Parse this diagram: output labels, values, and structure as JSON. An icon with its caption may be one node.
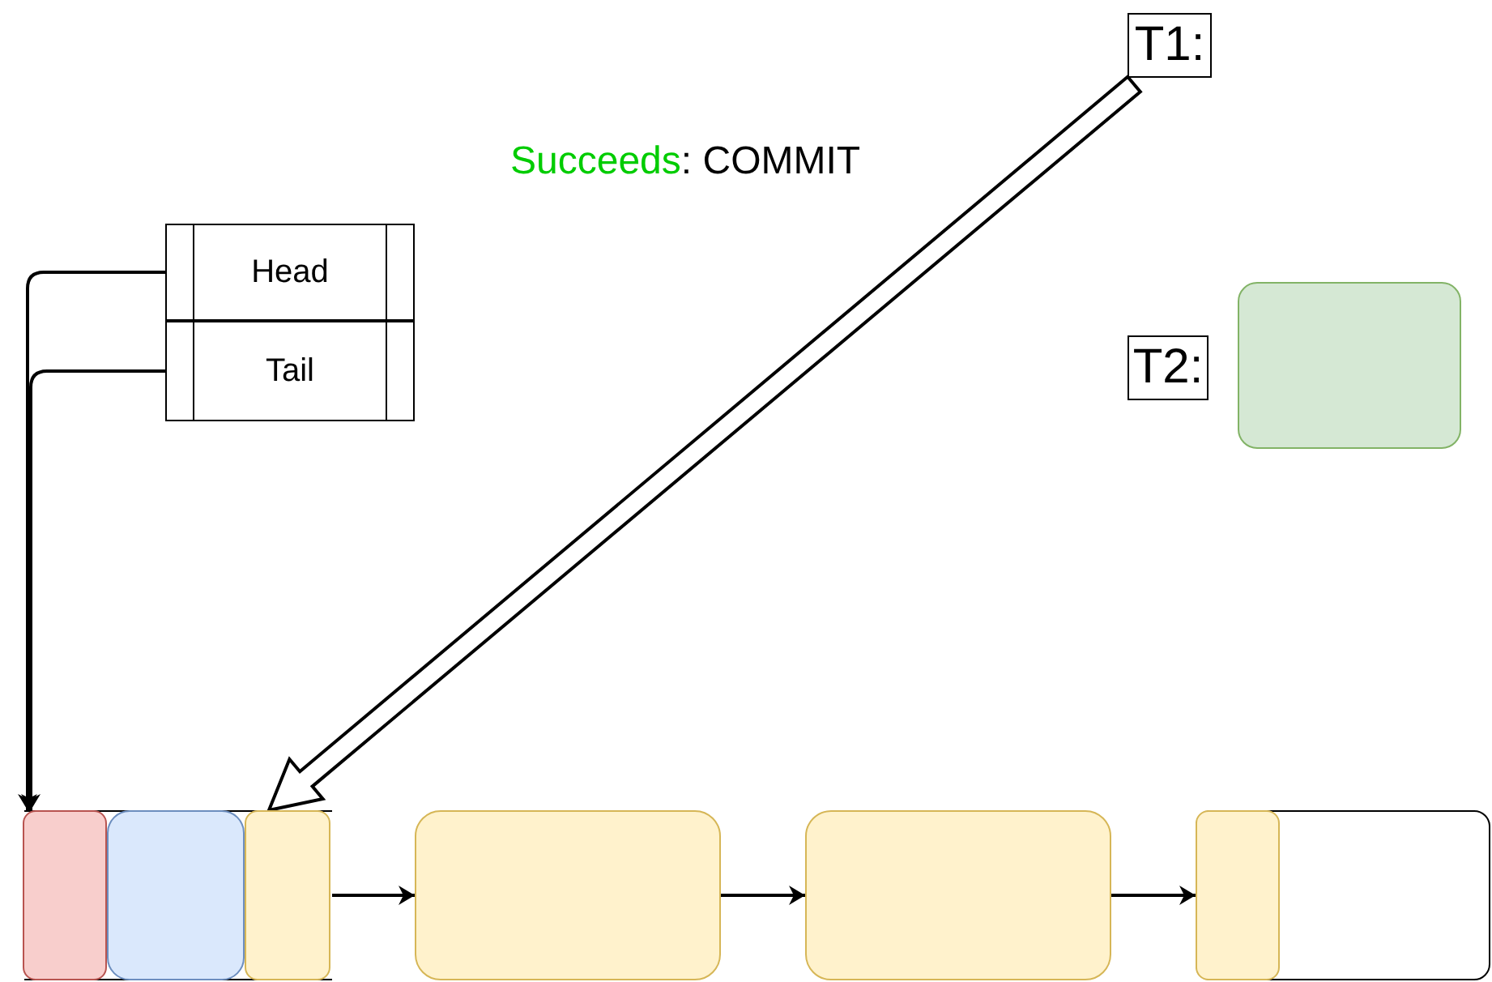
{
  "diagram": {
    "nodes": [
      {
        "text": [
          "Head"
        ]
      },
      {
        "text": [
          "Tail"
        ]
      },
      {
        "text": [
          "T1:"
        ]
      },
      {
        "text": [
          "T2:"
        ]
      },
      {
        "text": [],
        "shape": "box"
      },
      {
        "text": [],
        "shape": "box"
      },
      {
        "text": [],
        "shape": "box",
        "in": 5
      },
      {
        "text": [],
        "shape": "box",
        "in": 5
      },
      {
        "text": [],
        "shape": "box",
        "in": 5
      },
      {
        "text": [],
        "shape": "box"
      },
      {
        "text": [],
        "shape": "box"
      },
      {
        "text": [],
        "shape": "box"
      },
      {
        "text": [],
        "shape": "box",
        "in": 11
      }
    ],
    "edges": [
      {
        "from": 0,
        "to": 6,
        "arrow": "to"
      },
      {
        "from": 1,
        "to": 6,
        "arrow": "to"
      },
      {
        "from": 2,
        "to": 8,
        "arrow": "to",
        "style": "thick"
      },
      {
        "from": 8,
        "to": 9,
        "arrow": "to"
      },
      {
        "from": 9,
        "to": 10,
        "arrow": "to"
      },
      {
        "from": 10,
        "to": 12,
        "arrow": "to"
      }
    ],
    "labels": [
      "Succeeds",
      ": COMMIT"
    ]
  }
}
